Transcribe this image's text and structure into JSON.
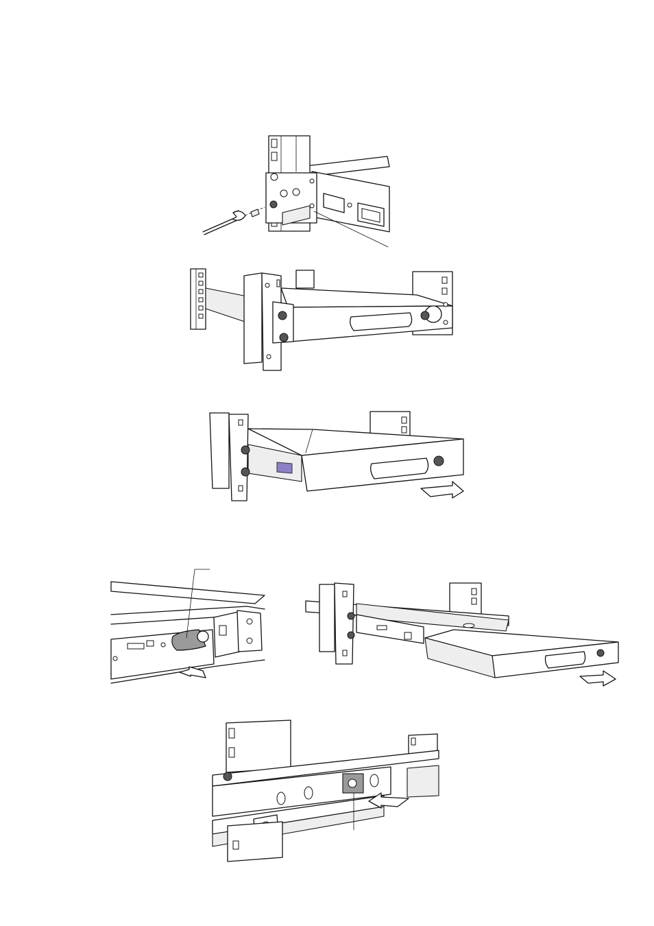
{
  "figures": [
    {
      "name": "rear-bracket-screw-step"
    },
    {
      "name": "chassis-in-rack-step"
    },
    {
      "name": "slide-out-step"
    },
    {
      "name": "release-latch-step"
    },
    {
      "name": "rails-extended-step"
    },
    {
      "name": "rail-lock-step"
    }
  ],
  "colors": {
    "line": "#111111",
    "highlight_tab": "#8d7fc8",
    "latch_gray": "#9a9a9a"
  }
}
